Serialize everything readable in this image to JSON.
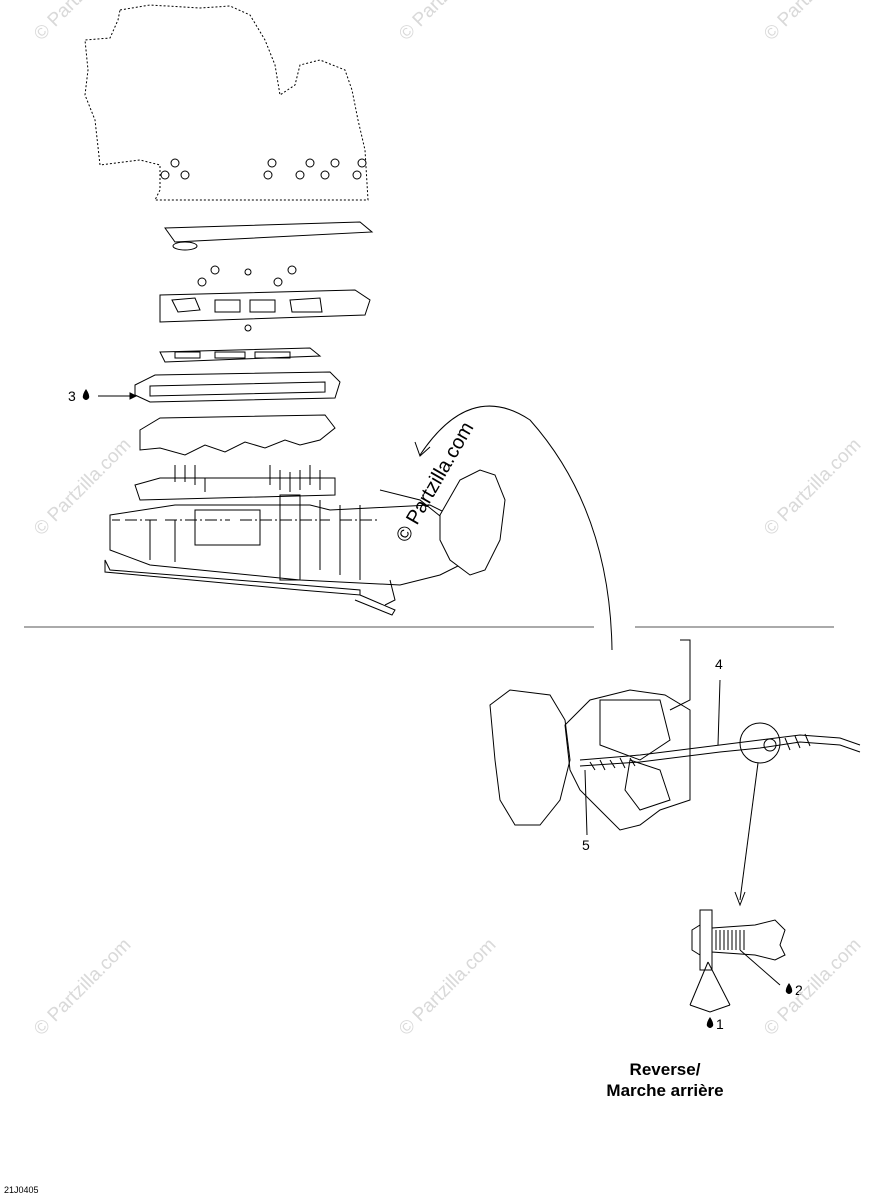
{
  "callouts": {
    "c1": "1",
    "c2": "2",
    "c3": "3",
    "c4": "4",
    "c5": "5"
  },
  "title": {
    "line1": "Reverse/",
    "line2": "Marche arrière"
  },
  "drawing_code": "21J0405",
  "watermark": "© Partzilla.com",
  "icons": {
    "lubricant": "oil-drop-icon"
  }
}
